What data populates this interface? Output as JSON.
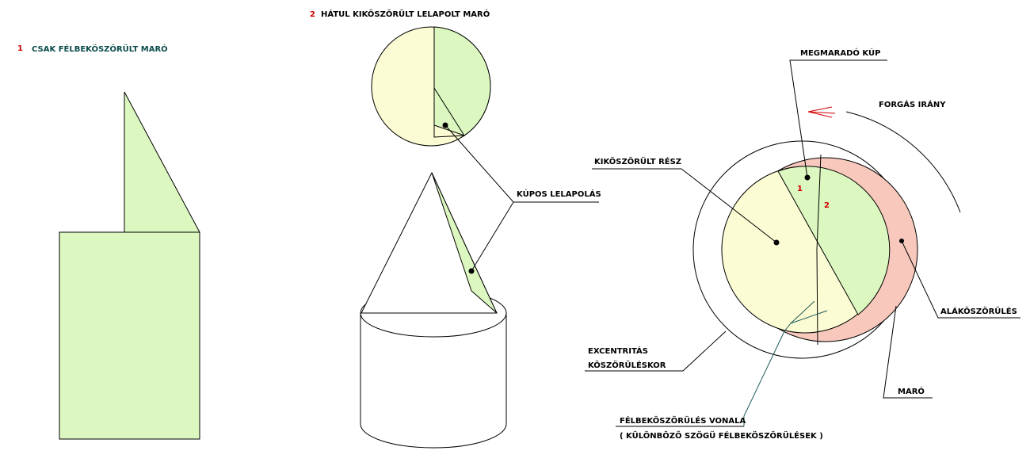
{
  "labels": {
    "num_1": "1",
    "title_1": "CSAK FÉLBEKÖSZÖRÜLT MARÓ",
    "num_2": "2",
    "title_2": "HÁTUL KIKÖSZÖRÜLT LELAPOLT MARÓ",
    "kupos": "KÚPOS LELAPOLÁS",
    "megmarado": "MEGMARADÓ KÚP",
    "forgas": "FORGÁS IRÁNY",
    "kikoszorult": "KIKÖSZÖRÜLT RÉSZ",
    "circle_num_1": "1",
    "circle_num_2": "2",
    "alakoszorules": "ALÁKÖSZÖRÜLÉS",
    "excentritas_1": "EXCENTRITÁS",
    "excentritas_2": "KÖSZÖRÜLÉSKOR",
    "maro": "MARÓ",
    "felbe_1": "FÉLBEKÖSZÖRÜLÉS VONALA",
    "felbe_2": "( KÜLÖNBÖZŐ SZÖGÜ FÉLBEKÖSZÖRÜLÉSEK )"
  },
  "colors": {
    "light_green": "#dcf8c0",
    "light_yellow": "#fcfcd4",
    "salmon": "#f8c8bc",
    "line": "#000000",
    "label_number": "#d00000",
    "title_teal": "#0c4c4c",
    "arrow": "#d00000",
    "section_line": "#1c5a5a"
  }
}
